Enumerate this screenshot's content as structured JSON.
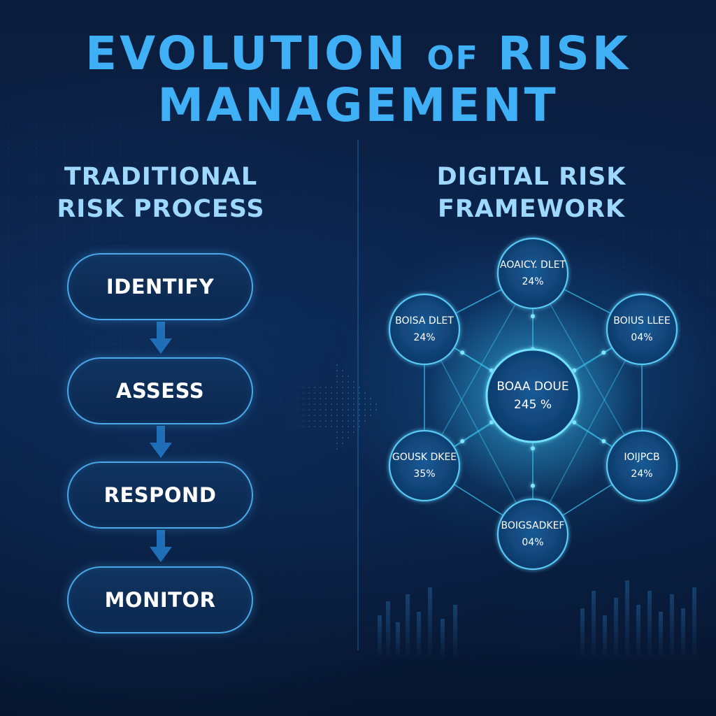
{
  "title": {
    "line1_main": "EVOLUTION",
    "line1_connector": "OF",
    "line1_end": "RISK",
    "line2": "MANAGEMENT"
  },
  "traditional": {
    "heading_line1": "TRADITIONAL",
    "heading_line2": "RISK PROCESS",
    "steps": [
      "IDENTIFY",
      "ASSESS",
      "RESPOND",
      "MONITOR"
    ]
  },
  "digital": {
    "heading_line1": "DIGITAL RISK",
    "heading_line2": "FRAMEWORK",
    "center": {
      "label": "BOAA DOUE",
      "value": "245 %"
    },
    "nodes": [
      {
        "id": "top",
        "label": "AOAICY. DLET",
        "value": "24%"
      },
      {
        "id": "upper-left",
        "label": "BOISA DLET",
        "value": "24%"
      },
      {
        "id": "upper-right",
        "label": "BOIUS LLEE",
        "value": "04%"
      },
      {
        "id": "lower-left",
        "label": "GOUSK DKEE",
        "value": "35%"
      },
      {
        "id": "lower-right",
        "label": "IOIJPCB",
        "value": "24%"
      },
      {
        "id": "bottom",
        "label": "BOIGSADKEF",
        "value": "04%"
      }
    ]
  },
  "colors": {
    "background": "#08152e",
    "title": "#3fb0f5",
    "heading": "#9ed8ff",
    "accent": "#4aa8e8",
    "network_line": "#39c4f0"
  }
}
